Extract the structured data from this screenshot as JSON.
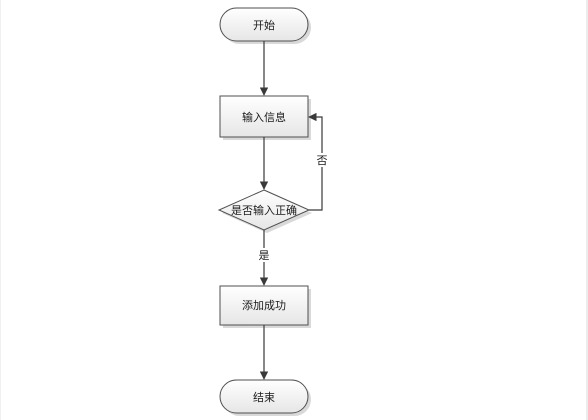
{
  "flowchart": {
    "nodes": {
      "start": "开始",
      "input": "输入信息",
      "decision": "是否输入正确",
      "success": "添加成功",
      "end": "结束"
    },
    "edges": {
      "yes": "是",
      "no": "否"
    }
  }
}
